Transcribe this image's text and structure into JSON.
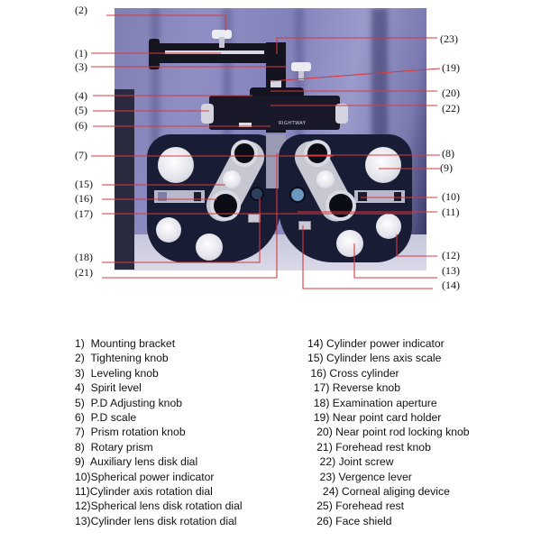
{
  "figure": {
    "title": "Phoropter parts diagram",
    "photo_description": "Refractor / phoropter photographed against purple drape",
    "brand_mark": "RIGHTWAY",
    "line_color": "#d8383f"
  },
  "callouts": {
    "left": [
      {
        "id": "c2",
        "label": "(2)"
      },
      {
        "id": "c1",
        "label": "(1)"
      },
      {
        "id": "c3",
        "label": "(3)"
      },
      {
        "id": "c4",
        "label": "(4)"
      },
      {
        "id": "c5",
        "label": "(5)"
      },
      {
        "id": "c6",
        "label": "(6)"
      },
      {
        "id": "c7",
        "label": "(7)"
      },
      {
        "id": "c15",
        "label": "(15)"
      },
      {
        "id": "c16",
        "label": "(16)"
      },
      {
        "id": "c17",
        "label": "(17)"
      },
      {
        "id": "c18",
        "label": "(18)"
      },
      {
        "id": "c21",
        "label": "(21)"
      }
    ],
    "right": [
      {
        "id": "c23",
        "label": "(23)"
      },
      {
        "id": "c19",
        "label": "(19)"
      },
      {
        "id": "c20",
        "label": "(20)"
      },
      {
        "id": "c22",
        "label": "(22)"
      },
      {
        "id": "c8",
        "label": "(8)"
      },
      {
        "id": "c9",
        "label": "(9)"
      },
      {
        "id": "c10",
        "label": "(10)"
      },
      {
        "id": "c11",
        "label": "(11)"
      },
      {
        "id": "c12",
        "label": "(12)"
      },
      {
        "id": "c13",
        "label": "(13)"
      },
      {
        "id": "c14",
        "label": "(14)"
      }
    ]
  },
  "legend": {
    "left": [
      "1)  Mounting bracket",
      "2)  Tightening knob",
      "3)  Leveling knob",
      "4)  Spirit level",
      "5)  P.D Adjusting knob",
      "6)  P.D scale",
      "7)  Prism rotation knob",
      "8)  Rotary prism",
      "9)  Auxiliary lens disk dial",
      "10)Spherical power indicator",
      "11)Cylinder axis rotation dial",
      "12)Spherical lens disk rotation dial",
      "13)Cylinder lens disk rotation dial"
    ],
    "right": [
      "14) Cylinder power indicator",
      "15) Cylinder lens axis scale",
      " 16) Cross cylinder",
      "  17) Reverse knob",
      "  18) Examination aperture",
      "  19) Near point card holder",
      "   20) Near point rod locking knob",
      "   21) Forehead rest knob",
      "    22) Joint screw",
      "    23) Vergence lever",
      "     24) Corneal aliging device",
      "   25) Forehead rest",
      "   26) Face shield"
    ]
  }
}
